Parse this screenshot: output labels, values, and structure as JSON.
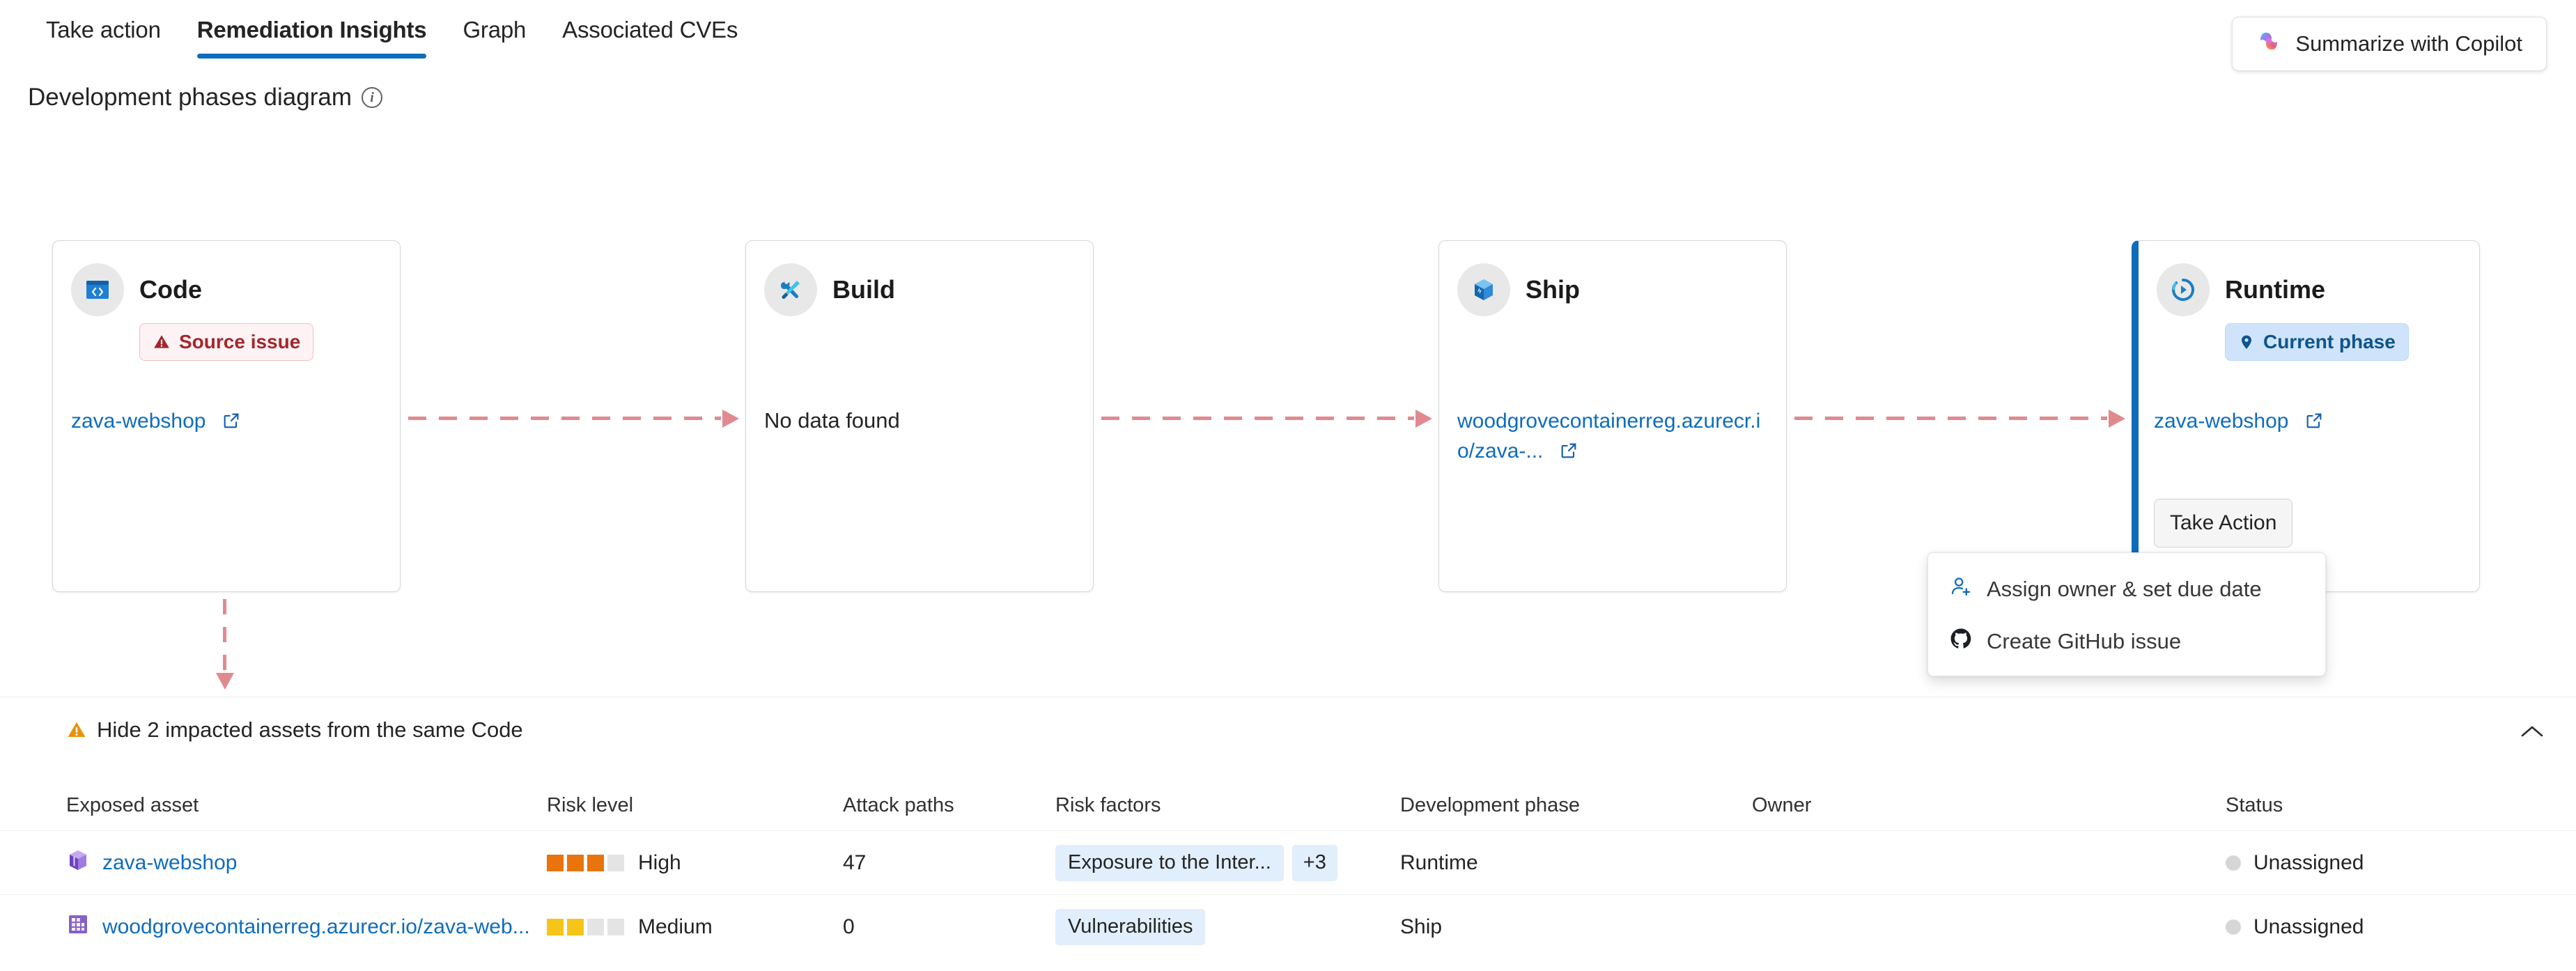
{
  "tabs": [
    {
      "label": "Take action",
      "active": false
    },
    {
      "label": "Remediation Insights",
      "active": true
    },
    {
      "label": "Graph",
      "active": false
    },
    {
      "label": "Associated CVEs",
      "active": false
    }
  ],
  "copilot": {
    "label": "Summarize with Copilot",
    "icon": "copilot-icon"
  },
  "section": {
    "title": "Development phases diagram",
    "info_icon": "info-icon"
  },
  "colors": {
    "accent": "#0f6cbd",
    "link": "#0f6cbd",
    "connector": "#e08a90",
    "risk_high": "#e9730c",
    "risk_medium": "#f7c51a",
    "risk_empty": "#e4e4e4",
    "source_issue_text": "#a4262c",
    "source_issue_bg": "#fdf3f4",
    "current_phase_bg": "#cfe4fa",
    "current_phase_text": "#0f548c",
    "chip_bg": "#e1eefb",
    "warning": "#e8920b"
  },
  "phases": [
    {
      "name": "Code",
      "icon": "code-window-icon",
      "badge": "Source issue",
      "badge_type": "source-issue",
      "badge_icon": "warning-triangle-icon",
      "asset": "zava-webshop",
      "asset_icon": "external-link-icon",
      "current": false,
      "empty_text": ""
    },
    {
      "name": "Build",
      "icon": "tools-icon",
      "badge": "",
      "badge_type": "",
      "badge_icon": "",
      "asset": "",
      "asset_icon": "",
      "current": false,
      "empty_text": "No data found"
    },
    {
      "name": "Ship",
      "icon": "package-icon",
      "badge": "",
      "badge_type": "",
      "badge_icon": "",
      "asset": "woodgrovecontainerreg.azurecr.io/zava-...",
      "asset_icon": "external-link-icon",
      "current": false,
      "empty_text": ""
    },
    {
      "name": "Runtime",
      "icon": "runtime-dial-icon",
      "badge": "Current phase",
      "badge_type": "current-phase",
      "badge_icon": "location-pin-icon",
      "asset": "zava-webshop",
      "asset_icon": "external-link-icon",
      "current": true,
      "empty_text": "",
      "take_action_label": "Take Action"
    }
  ],
  "context_menu": {
    "items": [
      {
        "label": "Assign owner & set due date",
        "icon": "person-add-icon"
      },
      {
        "label": "Create GitHub issue",
        "icon": "github-icon"
      }
    ]
  },
  "impacted": {
    "label": "Hide 2 impacted assets from the same Code",
    "warning_icon": "warning-triangle-icon",
    "collapse_icon": "chevron-up-icon"
  },
  "table": {
    "columns": [
      "Exposed asset",
      "Risk level",
      "Attack paths",
      "Risk factors",
      "Development phase",
      "Owner",
      "Status"
    ],
    "rows": [
      {
        "asset": "zava-webshop",
        "asset_icon": "cube-purple-icon",
        "risk_level": "High",
        "risk_filled": 3,
        "risk_total": 4,
        "risk_color": "#e9730c",
        "attack_paths": "47",
        "risk_factors": [
          "Exposure to the Inter..."
        ],
        "risk_factors_more": "+3",
        "development_phase": "Runtime",
        "owner": "",
        "status": "Unassigned"
      },
      {
        "asset": "woodgrovecontainerreg.azurecr.io/zava-web...",
        "asset_icon": "registry-purple-icon",
        "risk_level": "Medium",
        "risk_filled": 2,
        "risk_total": 4,
        "risk_color": "#f7c51a",
        "attack_paths": "0",
        "risk_factors": [
          "Vulnerabilities"
        ],
        "risk_factors_more": "",
        "development_phase": "Ship",
        "owner": "",
        "status": "Unassigned"
      }
    ]
  }
}
